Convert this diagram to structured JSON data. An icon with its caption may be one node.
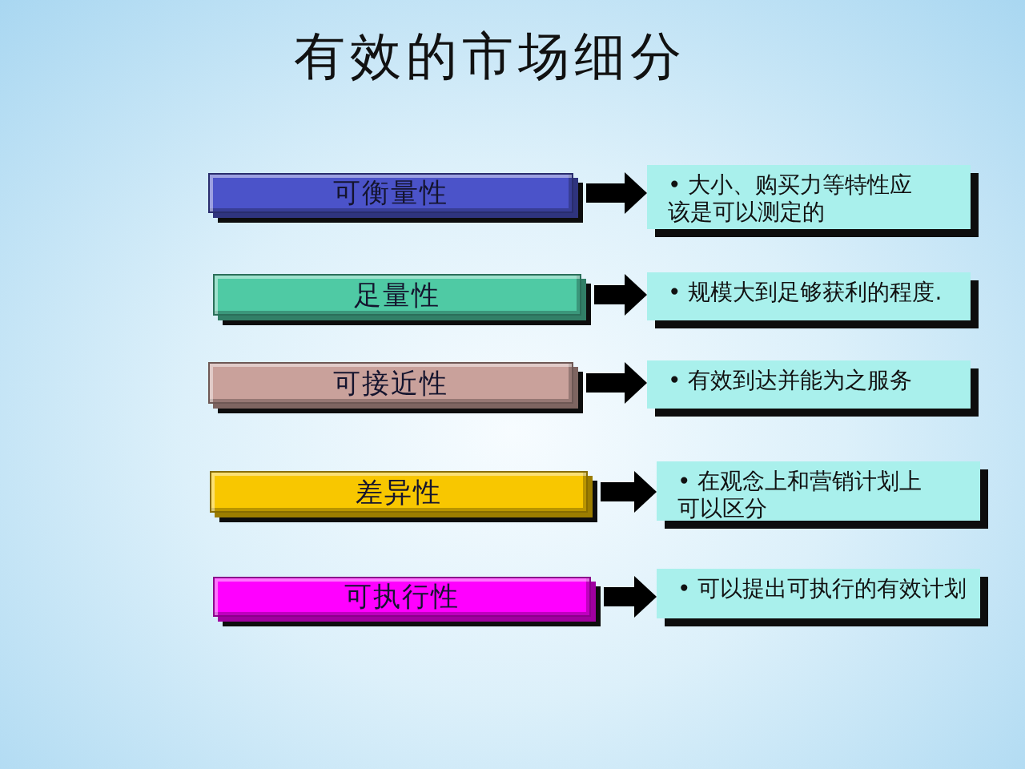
{
  "diagram": {
    "title": "有效的市场细分",
    "nodes": [
      {
        "text": [
          "可衡量性"
        ]
      },
      {
        "text": [
          "• 大小、购买力等特性应该是可以测定的"
        ]
      },
      {
        "text": [
          "足量性"
        ]
      },
      {
        "text": [
          "• 规模大到足够获利的程度."
        ]
      },
      {
        "text": [
          "可接近性"
        ]
      },
      {
        "text": [
          "• 有效到达并能为之服务"
        ]
      },
      {
        "text": [
          "差异性"
        ]
      },
      {
        "text": [
          "• 在观念上和营销计划上可以区分"
        ]
      },
      {
        "text": [
          "可执行性"
        ]
      },
      {
        "text": [
          "• 可以提出可执行的有效计划"
        ]
      }
    ],
    "edges": [
      {
        "from": 0,
        "to": 1,
        "arrow": "to"
      },
      {
        "from": 2,
        "to": 3,
        "arrow": "to"
      },
      {
        "from": 4,
        "to": 5,
        "arrow": "to"
      },
      {
        "from": 6,
        "to": 7,
        "arrow": "to"
      },
      {
        "from": 8,
        "to": 9,
        "arrow": "to"
      }
    ]
  }
}
